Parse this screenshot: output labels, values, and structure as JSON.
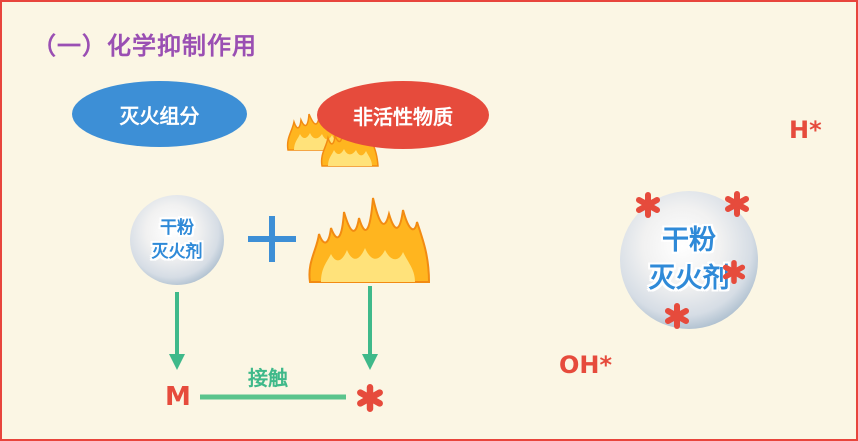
{
  "title": "（一）化学抑制作用",
  "extinguishing_component": "灭火组分",
  "inert_substance": "非活性物质",
  "powder_small": {
    "line1": "干粉",
    "line2": "灭火剂"
  },
  "powder_large": {
    "line1": "干粉",
    "line2": "灭火剂"
  },
  "h_radical": "H*",
  "oh_radical": "OH*",
  "m_label": "M",
  "contact_label": "接触",
  "icons": [
    "flame-icon",
    "plus-icon",
    "arrow-down-icon",
    "radical-star-icon"
  ],
  "colors": {
    "background": "#fbf6e4",
    "border": "#e8453c",
    "title": "#9a4fb3",
    "blue": "#3d8fd6",
    "red": "#e64b3c",
    "green": "#3fb98a",
    "flame": "#ffb51f"
  }
}
